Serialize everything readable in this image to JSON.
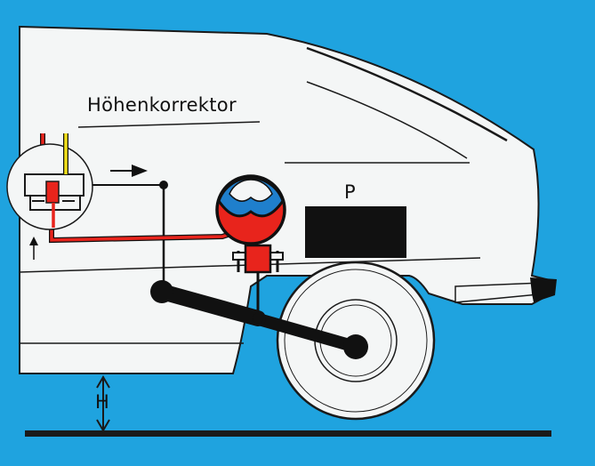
{
  "labels": {
    "height_corrector": "Höhenkorrektor",
    "p": "P",
    "h": "H"
  },
  "colors": {
    "background": "#1fa3df",
    "body": "#f4f6f6",
    "outline": "#1a1a1a",
    "hydraulic": "#e8241c",
    "membrane_blue": "#1f7fcc",
    "rod_yellow": "#f2e01a",
    "mass_block": "#111111",
    "ground": "#1a1a1a"
  }
}
